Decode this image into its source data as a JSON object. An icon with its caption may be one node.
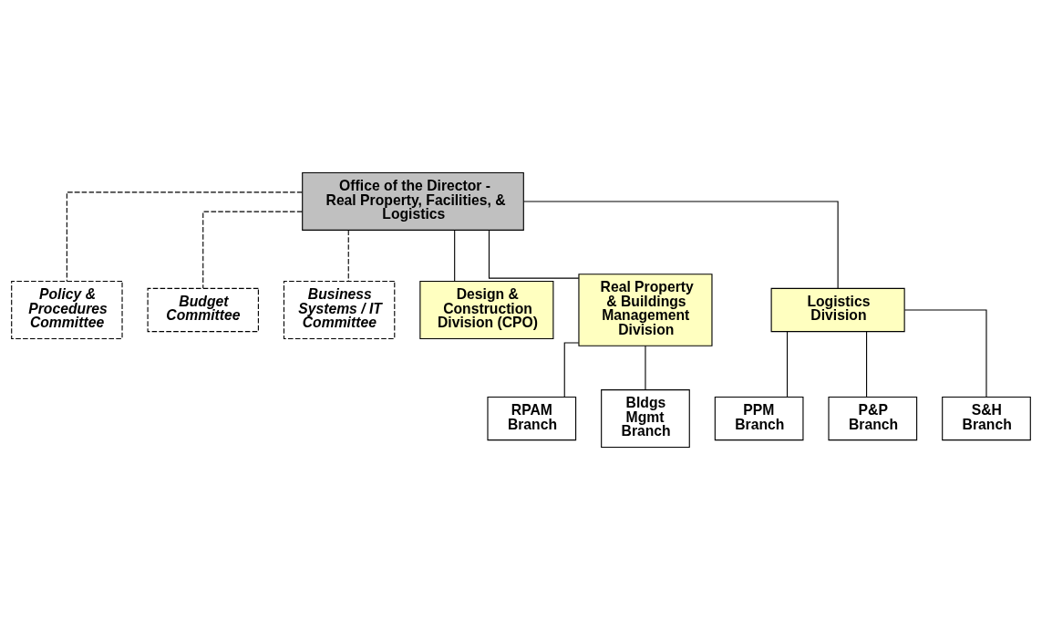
{
  "diagram": {
    "nodes": [
      {
        "text": [
          "Office of the Director - Real Property, Facilities, & Logistics"
        ]
      },
      {
        "text": [
          "Policy & Procedures Committee"
        ]
      },
      {
        "text": [
          "Budget Committee"
        ]
      },
      {
        "text": [
          "Business Systems / IT Committee"
        ]
      },
      {
        "text": [
          "Design & Construction Division (CPO)"
        ]
      },
      {
        "text": [
          "Real Property & Buildings Management Division"
        ]
      },
      {
        "text": [
          "Logistics Division"
        ]
      },
      {
        "text": [
          "RPAM Branch"
        ]
      },
      {
        "text": [
          "Bldgs Mgmt Branch"
        ]
      },
      {
        "text": [
          "PPM Branch"
        ]
      },
      {
        "text": [
          "P&P Branch"
        ]
      },
      {
        "text": [
          "S&H Branch"
        ]
      }
    ],
    "edges": [
      {
        "from": 0,
        "to": 1,
        "arrow": "none",
        "style": "dashed"
      },
      {
        "from": 0,
        "to": 2,
        "arrow": "none",
        "style": "dashed"
      },
      {
        "from": 0,
        "to": 3,
        "arrow": "none",
        "style": "dashed"
      },
      {
        "from": 0,
        "to": 4,
        "arrow": "none"
      },
      {
        "from": 0,
        "to": 5,
        "arrow": "none"
      },
      {
        "from": 0,
        "to": 6,
        "arrow": "none"
      },
      {
        "from": 5,
        "to": 7,
        "arrow": "none"
      },
      {
        "from": 5,
        "to": 8,
        "arrow": "none"
      },
      {
        "from": 6,
        "to": 9,
        "arrow": "none"
      },
      {
        "from": 6,
        "to": 10,
        "arrow": "none"
      },
      {
        "from": 6,
        "to": 11,
        "arrow": "none"
      }
    ]
  }
}
